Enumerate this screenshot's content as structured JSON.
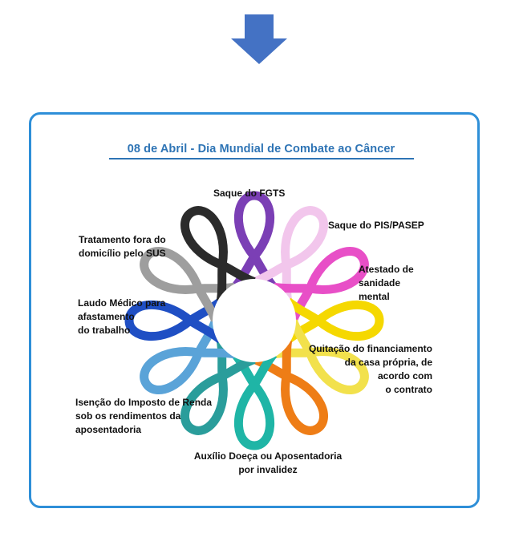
{
  "header": {
    "title": "08 de Abril - Dia Mundial de Combate ao Câncer"
  },
  "labels": {
    "fgts": "Saque do FGTS",
    "pis": "Saque do PIS/PASEP",
    "atestado_1": "Atestado de",
    "atestado_2": "sanidade",
    "atestado_3": "mental",
    "quitacao_1": "Quitação do  financiamento",
    "quitacao_2": "da casa própria, de",
    "quitacao_3": "acordo com",
    "quitacao_4": "o contrato",
    "auxilio_1": "Auxílio Doeça ou Aposentadoria",
    "auxilio_2": "por invalidez",
    "isencao_1": "Isenção do Imposto de Renda",
    "isencao_2": "sob os rendimentos da",
    "isencao_3": "aposentadoria",
    "laudo_1": "Laudo Médico para",
    "laudo_2": "afastamento",
    "laudo_3": "do trabalho",
    "tratamento_1": "Tratamento fora do",
    "tratamento_2": "domicílio pelo SUS"
  },
  "colors": {
    "arrow": "#4472c4",
    "border": "#2e8fd8",
    "title": "#2e74b5",
    "ribbons": [
      "#7b3fb5",
      "#f2c6ec",
      "#e84fc7",
      "#f5d800",
      "#f2e14c",
      "#ee7d16",
      "#1fb5a6",
      "#2a9d9b",
      "#5aa3d8",
      "#1f4fc4",
      "#9e9e9e",
      "#2b2b2b"
    ]
  }
}
